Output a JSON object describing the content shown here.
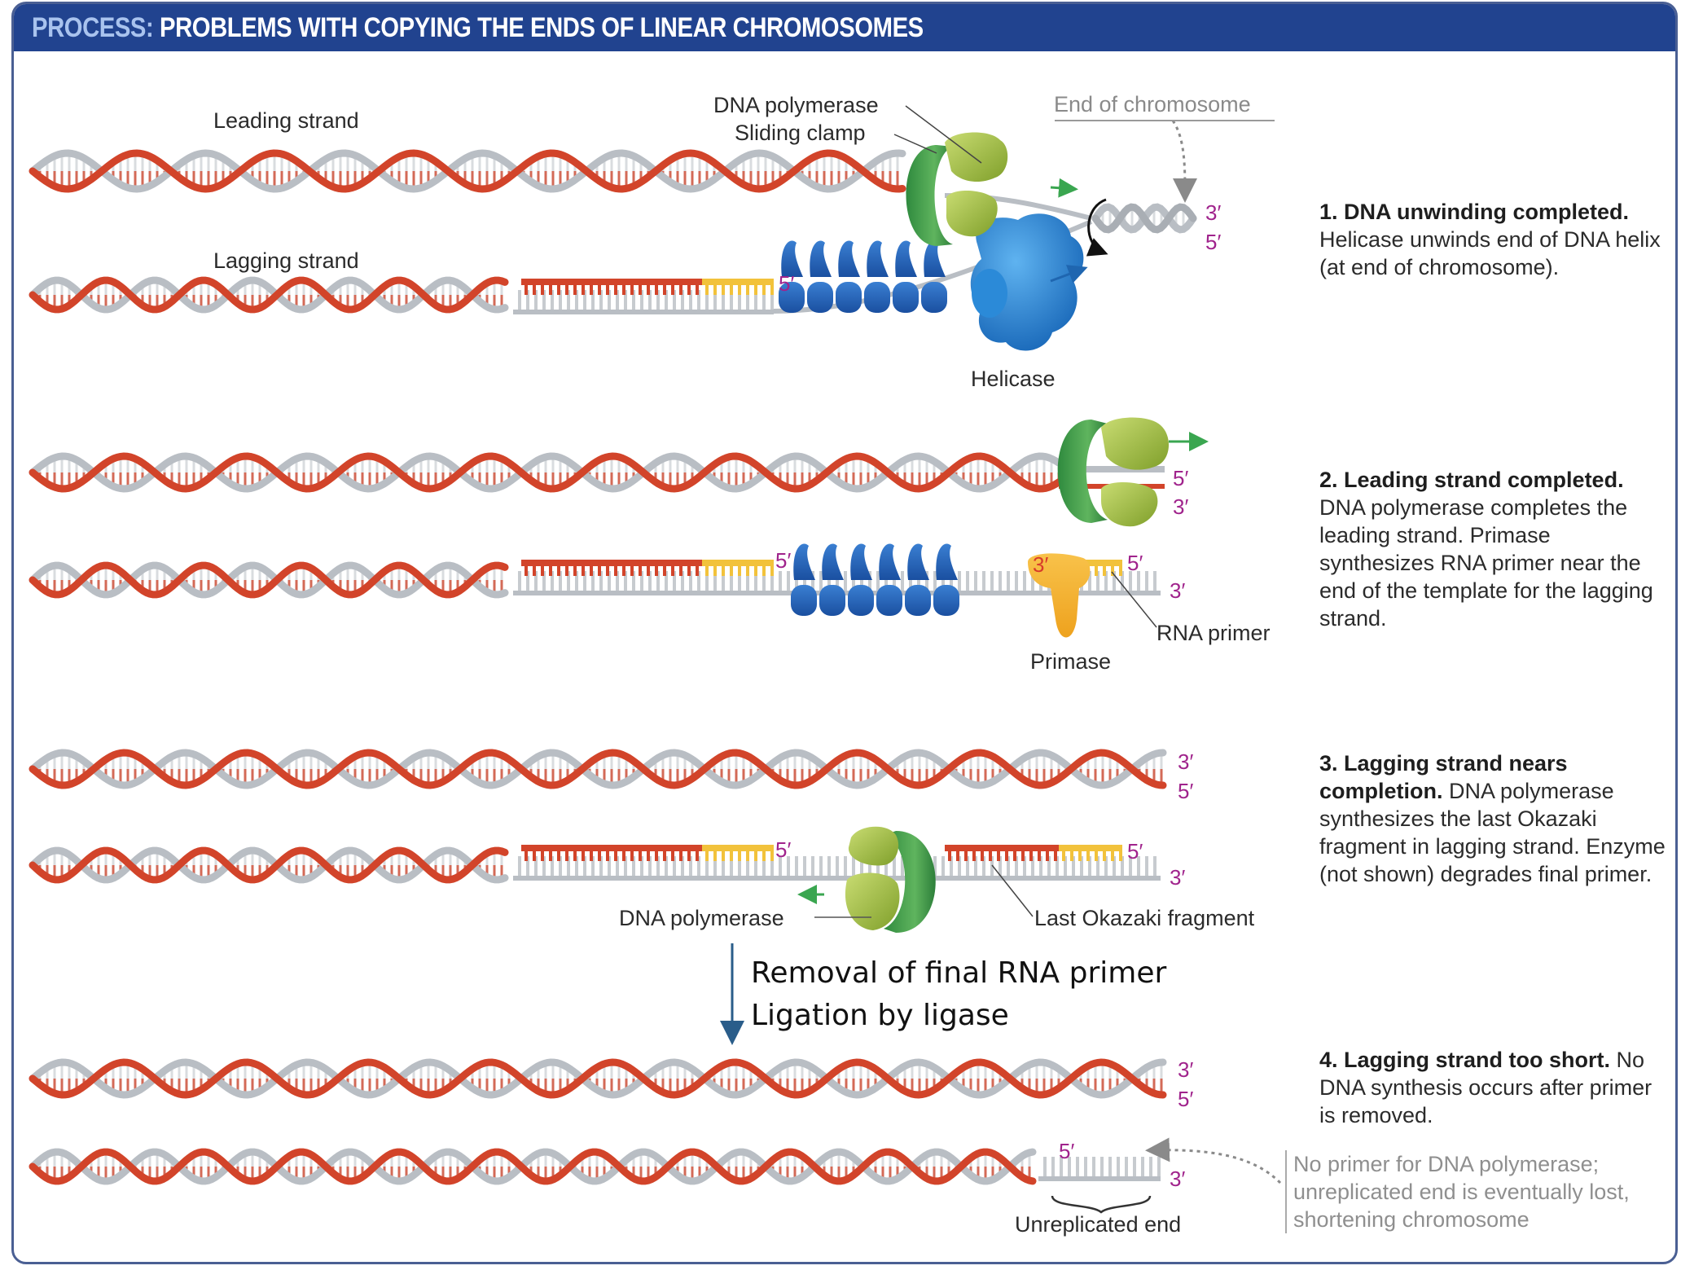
{
  "banner": {
    "keyword": "PROCESS:",
    "title": "PROBLEMS WITH COPYING THE ENDS OF LINEAR CHROMOSOMES",
    "color": "#21438f"
  },
  "colors": {
    "strand_red": "#d2442a",
    "strand_grey": "#b9bec4",
    "primer_yellow": "#f2c23b",
    "polymerase_green": "#9dbb3c",
    "clamp_green": "#3f9a4a",
    "helicase_blue": "#2a86d6",
    "ssb_blue": "#2367c0",
    "primase_orange": "#f5b335",
    "prime_label": "#a0238c"
  },
  "labels": {
    "leading_strand": "Leading strand",
    "lagging_strand": "Lagging strand",
    "dna_polymerase": "DNA polymerase",
    "sliding_clamp": "Sliding clamp",
    "end_of_chromosome": "End of chromosome",
    "helicase": "Helicase",
    "primase": "Primase",
    "rna_primer": "RNA primer",
    "dna_polymerase_3": "DNA polymerase",
    "last_okazaki": "Last Okazaki fragment",
    "unreplicated_end": "Unreplicated end",
    "three_prime": "3′",
    "five_prime": "5′"
  },
  "transition": {
    "line1": "Removal of final RNA primer",
    "line2": "Ligation by ligase"
  },
  "steps": [
    {
      "title": "1. DNA unwinding completed.",
      "body": "Helicase unwinds end of DNA helix (at end of chromosome)."
    },
    {
      "title": "2. Leading strand completed.",
      "body": "DNA polymerase completes the leading strand. Primase synthesizes RNA primer near the end of the template for the lagging strand."
    },
    {
      "title": "3. Lagging strand nears completion.",
      "body": "DNA polymerase synthesizes the last Okazaki fragment in lagging strand. Enzyme (not shown) degrades final primer."
    },
    {
      "title": "4. Lagging strand too short.",
      "body": "No DNA synthesis occurs after primer is removed."
    }
  ],
  "note": "No primer for DNA polymerase; unreplicated end is eventually lost, shortening chromosome"
}
